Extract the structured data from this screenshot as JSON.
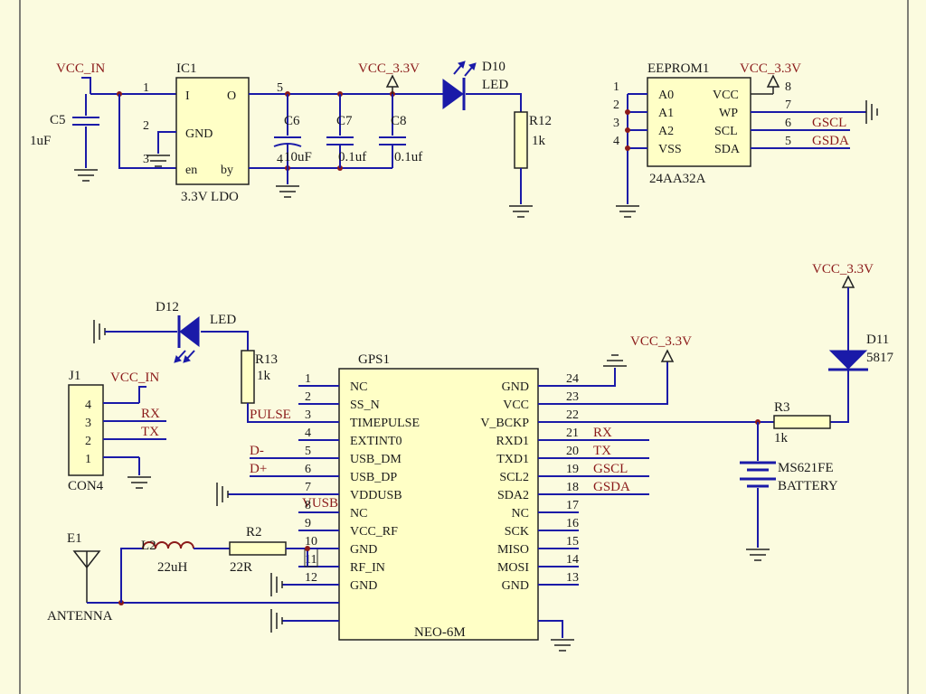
{
  "power": {
    "vcc_in": "VCC_IN",
    "vcc_33": "VCC_3.3V"
  },
  "ic1": {
    "ref": "IC1",
    "desc": "3.3V  LDO",
    "pins": {
      "i": "I",
      "o": "O",
      "gnd": "GND",
      "en": "en",
      "by": "by"
    },
    "pin_numbers": {
      "p1": "1",
      "p2": "2",
      "p3": "3",
      "p4": "4",
      "p5": "5"
    }
  },
  "c5": {
    "ref": "C5",
    "value": "1uF"
  },
  "c6": {
    "ref": "C6",
    "value": "10uF"
  },
  "c7": {
    "ref": "C7",
    "value": "0.1uf"
  },
  "c8": {
    "ref": "C8",
    "value": "0.1uf"
  },
  "d10": {
    "ref": "D10",
    "value": "LED"
  },
  "r12": {
    "ref": "R12",
    "value": "1k"
  },
  "eeprom": {
    "ref": "EEPROM1",
    "part": "24AA32A",
    "left_pins": [
      {
        "num": "1",
        "name": "A0"
      },
      {
        "num": "2",
        "name": "A1"
      },
      {
        "num": "3",
        "name": "A2"
      },
      {
        "num": "4",
        "name": "VSS"
      }
    ],
    "right_pins": [
      {
        "num": "8",
        "name": "VCC"
      },
      {
        "num": "7",
        "name": "WP"
      },
      {
        "num": "6",
        "name": "SCL",
        "net": "GSCL"
      },
      {
        "num": "5",
        "name": "SDA",
        "net": "GSDA"
      }
    ]
  },
  "d12": {
    "ref": "D12",
    "value": "LED"
  },
  "r13": {
    "ref": "R13",
    "value": "1k"
  },
  "j1": {
    "ref": "J1",
    "part": "CON4",
    "pins": [
      {
        "num": "4",
        "net": "VCC_IN"
      },
      {
        "num": "3",
        "net": "RX"
      },
      {
        "num": "2",
        "net": "TX"
      },
      {
        "num": "1",
        "net": ""
      }
    ]
  },
  "gps": {
    "ref": "GPS1",
    "part": "NEO-6M",
    "left_pins": [
      {
        "num": "1",
        "name": "NC",
        "net": ""
      },
      {
        "num": "2",
        "name": "SS_N",
        "net": ""
      },
      {
        "num": "3",
        "name": "TIMEPULSE",
        "net": "PULSE"
      },
      {
        "num": "4",
        "name": "EXTINT0",
        "net": ""
      },
      {
        "num": "5",
        "name": "USB_DM",
        "net": "D-"
      },
      {
        "num": "6",
        "name": "USB_DP",
        "net": "D+"
      },
      {
        "num": "7",
        "name": "VDDUSB",
        "net": "VUSB"
      },
      {
        "num": "8",
        "name": "NC",
        "net": ""
      },
      {
        "num": "9",
        "name": "VCC_RF",
        "net": ""
      },
      {
        "num": "10",
        "name": "GND",
        "net": ""
      },
      {
        "num": "11",
        "name": "RF_IN",
        "net": ""
      },
      {
        "num": "12",
        "name": "GND",
        "net": ""
      }
    ],
    "right_pins": [
      {
        "num": "24",
        "name": "GND",
        "net": ""
      },
      {
        "num": "23",
        "name": "VCC",
        "net": ""
      },
      {
        "num": "22",
        "name": "V_BCKP",
        "net": ""
      },
      {
        "num": "21",
        "name": "RXD1",
        "net": "RX"
      },
      {
        "num": "20",
        "name": "TXD1",
        "net": "TX"
      },
      {
        "num": "19",
        "name": "SCL2",
        "net": "GSCL"
      },
      {
        "num": "18",
        "name": "SDA2",
        "net": "GSDA"
      },
      {
        "num": "17",
        "name": "NC",
        "net": ""
      },
      {
        "num": "16",
        "name": "SCK",
        "net": ""
      },
      {
        "num": "15",
        "name": "MISO",
        "net": ""
      },
      {
        "num": "14",
        "name": "MOSI",
        "net": ""
      },
      {
        "num": "13",
        "name": "GND",
        "net": ""
      }
    ]
  },
  "d11": {
    "ref": "D11",
    "value": "5817"
  },
  "r3": {
    "ref": "R3",
    "value": "1k"
  },
  "battery": {
    "part": "MS621FE",
    "label": "BATTERY"
  },
  "antenna": {
    "ref": "E1",
    "label": "ANTENNA"
  },
  "l2": {
    "ref": "L2",
    "value": "22uH"
  },
  "r2": {
    "ref": "R2",
    "value": "22R"
  }
}
